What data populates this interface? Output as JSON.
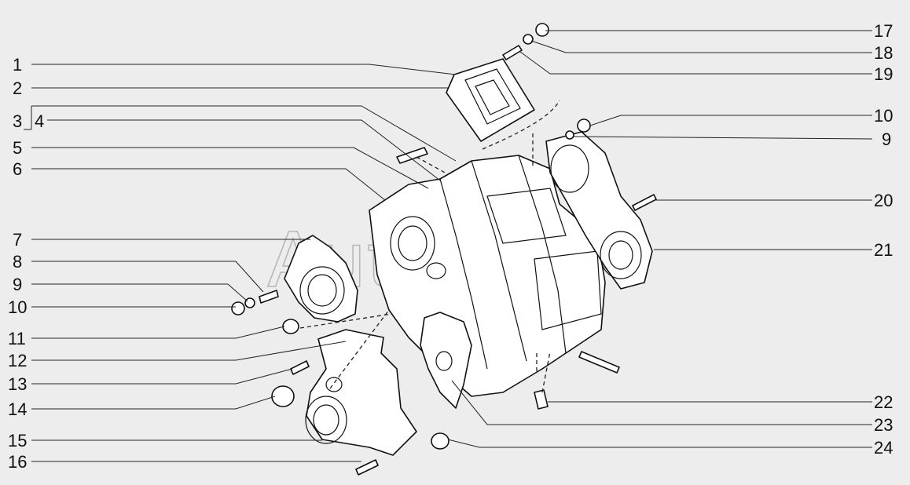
{
  "watermark": "AutoSoft",
  "callouts_left": [
    "1",
    "2",
    "3",
    "4",
    "5",
    "6",
    "7",
    "8",
    "9",
    "10",
    "11",
    "12",
    "13",
    "14",
    "15",
    "16"
  ],
  "callouts_right": [
    "17",
    "18",
    "19",
    "10",
    "9",
    "20",
    "21",
    "22",
    "23",
    "24"
  ]
}
